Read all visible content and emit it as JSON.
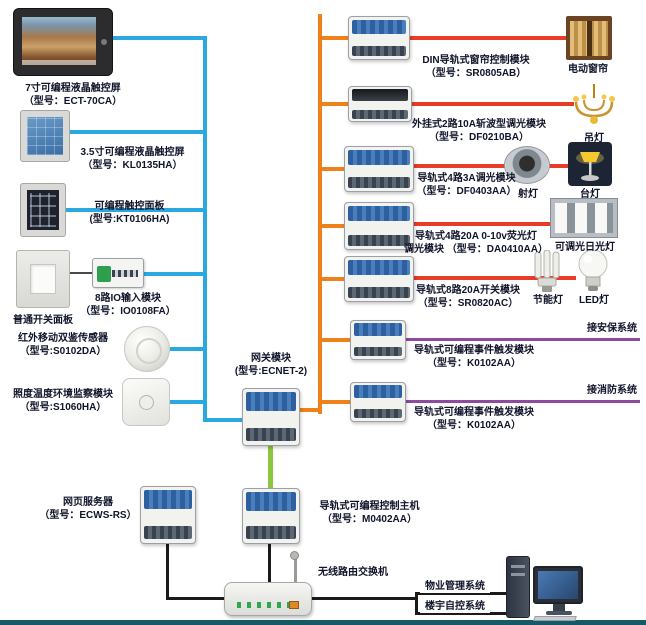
{
  "colors": {
    "left_bus": "#2aa9e0",
    "right_bus": "#f08019",
    "feed_line": "#e63c28",
    "trigger_line": "#8e4a9e",
    "gateway_link": "#8dc63f",
    "network_line": "#1a1a1a",
    "footer_bar": "#155a64"
  },
  "left_column": {
    "ts7": {
      "label": "7寸可编程液晶触控屏",
      "model": "（型号：ECT-70CA）"
    },
    "ts35": {
      "label": "3.5寸可编程液晶触控屏",
      "model": "（型号：KL0135HA）"
    },
    "keypad": {
      "label": "可编程触控面板",
      "model": "(型号:KT0106HA)"
    },
    "switch_panel": {
      "label": "普通开关面板"
    },
    "io_module": {
      "label": "8路IO输入模块",
      "model": "（型号：IO0108FA）"
    },
    "pir": {
      "label": "红外移动双鉴传感器",
      "model": "（型号:S0102DA）"
    },
    "env": {
      "label": "照度温度环境监察模块",
      "model": "（型号:S1060HA）"
    }
  },
  "center": {
    "gateway": {
      "label": "网关模块",
      "model": "(型号:ECNET-2)"
    },
    "controller": {
      "label": "导轨式可编程控制主机",
      "model": "（型号：M0402AA）"
    },
    "web_server": {
      "label": "网页服务器",
      "model": "（型号：ECWS-RS）"
    },
    "router": {
      "label": "无线路由交换机"
    }
  },
  "right_modules": [
    {
      "line1": "DIN导轨式窗帘控制模块",
      "line2": "（型号：SR0805AB）"
    },
    {
      "line1": "外挂式2路10A斩波型调光模块",
      "line2": "（型号：DF0210BA）"
    },
    {
      "line1": "导轨式4路3A调光模块",
      "line2": "（型号：DF0403AA）"
    },
    {
      "line1": "导轨式4路20A 0-10v荧光灯",
      "line2": "调光模块 （型号：DA0410AA）"
    },
    {
      "line1": "导轨式8路20A开关模块",
      "line2": "（型号：SR0820AC）"
    },
    {
      "line1": "导轨式可编程事件触发模块",
      "line2": "（型号：K0102AA）"
    },
    {
      "line1": "导轨式可编程事件触发模块",
      "line2": "（型号：K0102AA）"
    }
  ],
  "appliances": {
    "curtain": "电动窗帘",
    "chandelier": "吊灯",
    "spotlight": "射灯",
    "desk_lamp": "台灯",
    "fluorescent": "可调光日光灯",
    "cfl": "节能灯",
    "led": "LED灯",
    "security": "接安保系统",
    "fire": "接消防系统"
  },
  "bottom": {
    "pms": "物业管理系统",
    "bas": "楼宇自控系统"
  }
}
